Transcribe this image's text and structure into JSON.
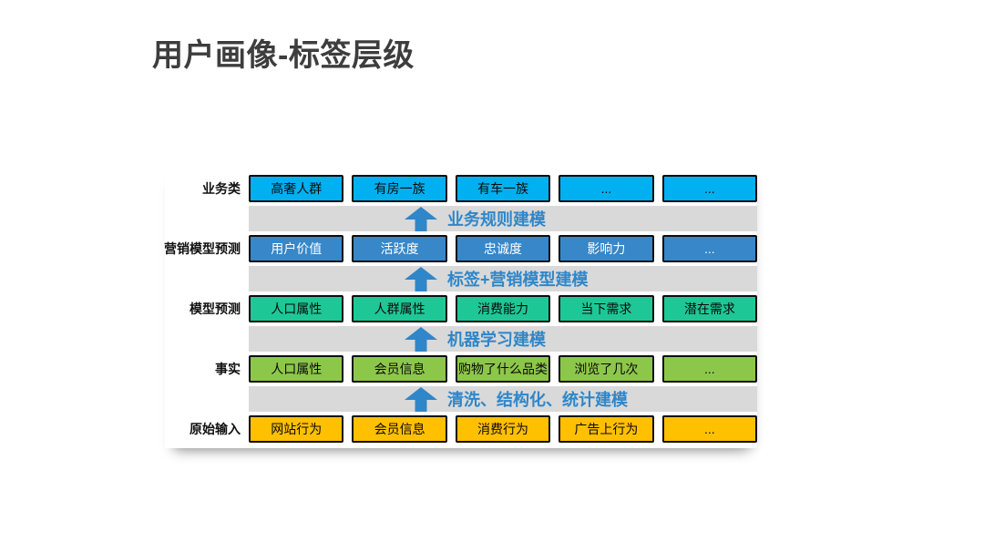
{
  "title": "用户画像-标签层级",
  "colors": {
    "band_gray": "#d9d9d9",
    "arrow_blue": "#2f86c9",
    "box_border": "#0d0d0d"
  },
  "diagram": {
    "rows": [
      {
        "label": "业务类",
        "color": "#00b0f0",
        "text_color": "#0a0a0a",
        "items": [
          "高奢人群",
          "有房一族",
          "有车一族",
          "...",
          "..."
        ]
      },
      {
        "label": "营销模型预测",
        "color": "#3787c9",
        "text_color": "#ffffff",
        "items": [
          "用户价值",
          "活跃度",
          "忠诚度",
          "影响力",
          "..."
        ]
      },
      {
        "label": "模型预测",
        "color": "#1ec896",
        "text_color": "#0a0a0a",
        "items": [
          "人口属性",
          "人群属性",
          "消费能力",
          "当下需求",
          "潜在需求"
        ]
      },
      {
        "label": "事实",
        "color": "#8dc74a",
        "text_color": "#0a0a0a",
        "items": [
          "人口属性",
          "会员信息",
          "购物了什么品类",
          "浏览了几次",
          "..."
        ]
      },
      {
        "label": "原始输入",
        "color": "#ffc000",
        "text_color": "#0a0a0a",
        "items": [
          "网站行为",
          "会员信息",
          "消费行为",
          "广告上行为",
          "..."
        ]
      }
    ],
    "arrows": [
      {
        "caption": "业务规则建模"
      },
      {
        "caption": "标签+营销模型建模"
      },
      {
        "caption": "机器学习建模"
      },
      {
        "caption": "清洗、结构化、统计建模"
      }
    ]
  }
}
